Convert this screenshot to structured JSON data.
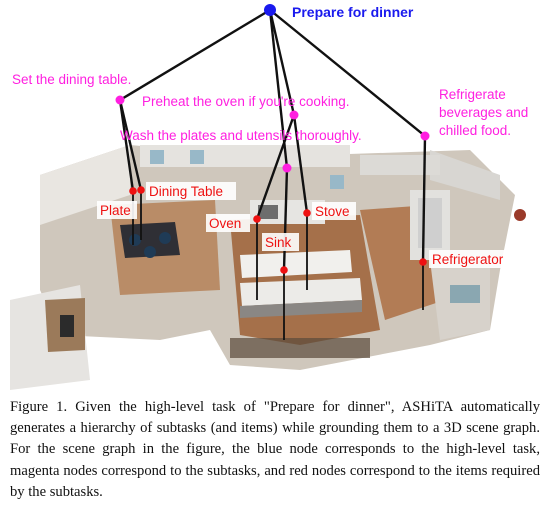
{
  "figure": {
    "task": {
      "label": "Prepare for dinner",
      "color": "#1a1aee"
    },
    "subtasks": [
      {
        "id": "set-table",
        "lines": [
          "Set the dining table."
        ]
      },
      {
        "id": "preheat-oven",
        "lines": [
          "Preheat the oven if you're cooking."
        ]
      },
      {
        "id": "wash-plates",
        "lines": [
          "Wash the plates and utensils thoroughly."
        ]
      },
      {
        "id": "refrigerate",
        "lines": [
          "Refrigerate",
          "beverages and",
          "chilled food."
        ]
      }
    ],
    "items": [
      {
        "id": "plate",
        "label": "Plate"
      },
      {
        "id": "dining-table",
        "label": "Dining Table"
      },
      {
        "id": "oven",
        "label": "Oven"
      },
      {
        "id": "stove",
        "label": "Stove"
      },
      {
        "id": "sink",
        "label": "Sink"
      },
      {
        "id": "refrigerator",
        "label": "Refrigerator"
      }
    ],
    "colors": {
      "task": "#1a1aee",
      "subtask": "#ff1fe0",
      "item": "#ee1111",
      "item_label_bg": "#ffffff",
      "item_label_text": "#ee1111",
      "edge": "#111111"
    }
  },
  "caption": {
    "text": "Figure 1.   Given the high-level task of \"Prepare for dinner\", ASHiTA automatically generates a hierarchy of subtasks (and items) while grounding them to a 3D scene graph. For the scene graph in the figure, the blue node corresponds to the high-level task, magenta nodes correspond to the subtasks, and red nodes correspond to the items required by the subtasks."
  }
}
